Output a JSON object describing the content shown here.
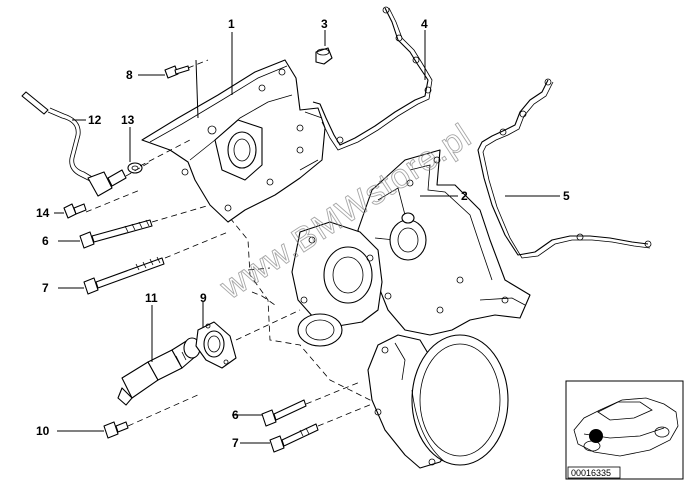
{
  "callouts": {
    "c1": "1",
    "c2": "2",
    "c3": "3",
    "c4": "4",
    "c5": "5",
    "c6a": "6",
    "c6b": "6",
    "c7a": "7",
    "c7b": "7",
    "c8": "8",
    "c9": "9",
    "c10": "10",
    "c11": "11",
    "c12": "12",
    "c13": "13",
    "c14": "14"
  },
  "watermark": "www.BMWstore.pl",
  "reference_number": "00016335"
}
